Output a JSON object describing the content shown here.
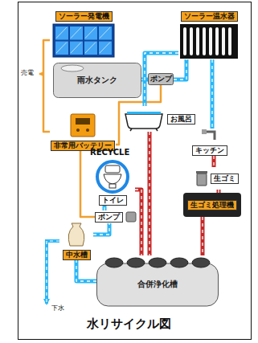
{
  "diagram": {
    "title": "水リサイクル図",
    "nodes": [
      {
        "text": [
          "ソーラー発電機"
        ]
      },
      {
        "text": [
          "ソーラー温水器"
        ]
      },
      {
        "text": [
          "ポンプ"
        ]
      },
      {
        "text": [
          "雨水タンク"
        ]
      },
      {
        "text": [
          "非常用バッテリー"
        ]
      },
      {
        "text": [
          "お風呂"
        ]
      },
      {
        "text": [
          "キッチン"
        ]
      },
      {
        "text": [
          "生ゴミ"
        ]
      },
      {
        "text": [
          "生ゴミ処理機"
        ]
      },
      {
        "text": [
          "トイレ"
        ]
      },
      {
        "text": [
          "ポンプ"
        ]
      },
      {
        "text": [
          "中水槽"
        ]
      },
      {
        "text": [
          "合併浄化槽"
        ]
      }
    ],
    "edges": [
      {
        "from": 0,
        "to": 4,
        "arrow": "none"
      },
      {
        "from": 4,
        "to": 2,
        "arrow": "none"
      },
      {
        "from": 4,
        "to": 10,
        "arrow": "none"
      },
      {
        "from": 3,
        "to": 2,
        "arrow": "none"
      },
      {
        "from": 2,
        "to": 1,
        "arrow": "none"
      },
      {
        "from": 1,
        "to": 5,
        "arrow": "none"
      },
      {
        "from": 1,
        "to": 6,
        "arrow": "none"
      },
      {
        "from": 5,
        "to": 12,
        "arrow": "none"
      },
      {
        "from": 6,
        "to": 7,
        "arrow": "none"
      },
      {
        "from": 7,
        "to": 8,
        "arrow": "none"
      },
      {
        "from": 8,
        "to": 12,
        "arrow": "none"
      },
      {
        "from": 9,
        "to": 12,
        "arrow": "none"
      },
      {
        "from": 12,
        "to": 11,
        "arrow": "none"
      },
      {
        "from": 11,
        "to": 10,
        "arrow": "none"
      },
      {
        "from": 10,
        "to": 9,
        "arrow": "none"
      }
    ],
    "labels": [
      "売電",
      "RECYCLE",
      "下水"
    ]
  }
}
